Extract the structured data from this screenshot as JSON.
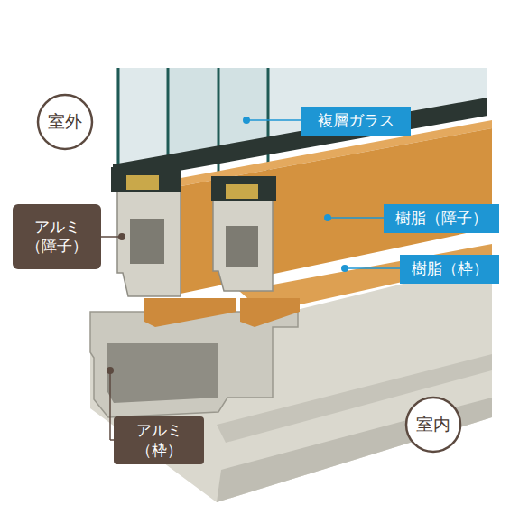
{
  "diagram": {
    "nodes": [
      {
        "text": [
          "室外"
        ]
      },
      {
        "text": [
          "複層ガラス"
        ]
      },
      {
        "text": [
          "アルミ （障子）"
        ]
      },
      {
        "text": [
          "樹脂（障子）"
        ]
      },
      {
        "text": [
          "樹脂（枠）"
        ]
      },
      {
        "text": [
          "室内"
        ]
      },
      {
        "text": [
          "アルミ（枠）"
        ]
      }
    ]
  }
}
